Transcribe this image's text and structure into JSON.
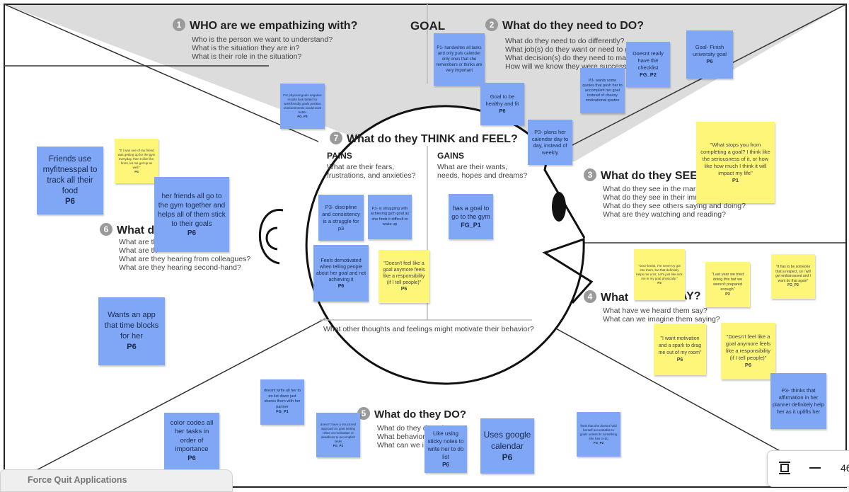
{
  "goal_label": "GOAL",
  "sections": {
    "who": {
      "num": "1",
      "title": "WHO are we empathizing with?",
      "lines": [
        "Who is the person we want to understand?",
        "What is the situation they are in?",
        "What is their role in the situation?"
      ]
    },
    "do_need": {
      "num": "2",
      "title": "What do they need to DO?",
      "lines": [
        "What do they need to do differently?",
        "What job(s) do they want or need to ge",
        "What decision(s) do they need to make",
        "How will we know they were successfu"
      ]
    },
    "see": {
      "num": "3",
      "title": "What do they SEE?",
      "lines": [
        "What do they see in the marke",
        "What do they see in their imm",
        "What do they see others saying and doing?",
        "What are they watching and reading?"
      ]
    },
    "say": {
      "num": "4",
      "title_a": "What",
      "title_b": "AY?",
      "lines": [
        "What have we heard them say?",
        "What can we imagine them saying?"
      ]
    },
    "do": {
      "num": "5",
      "title": "What do they DO?",
      "lines": [
        "What do they do today?",
        "What behavior",
        "What can we i"
      ]
    },
    "hear": {
      "num": "6",
      "title": "What d",
      "lines": [
        "What are th",
        "What are th",
        "What are they hearing from colleagues?",
        "What are they hearing second-hand?"
      ]
    },
    "think": {
      "num": "7",
      "title": "What do they THINK and FEEL?",
      "pains_title": "PAINS",
      "pains_sub": [
        "What are their fears,",
        "frustrations, and anxieties?"
      ],
      "gains_title": "GAINS",
      "gains_sub": [
        "What are their wants,",
        "needs, hopes and dreams?"
      ],
      "bottom": "What other thoughts and feelings might motivate their behavior?"
    }
  },
  "notes": [
    {
      "id": "n01",
      "color": "blue",
      "text": "P1- handwrites all tasks and only puts calender only ones that she remembers or thinks are very important",
      "author": ""
    },
    {
      "id": "n02",
      "color": "blue",
      "text": "Goal to be healthy and fit",
      "author": "P6"
    },
    {
      "id": "n03",
      "color": "blue",
      "text": "Doesnt really have the checklist",
      "author": "FG_P2"
    },
    {
      "id": "n04",
      "color": "blue",
      "text": "Goal- Finish university goal",
      "author": "P6"
    },
    {
      "id": "n05",
      "color": "blue",
      "text": "P3- wants some quotes that push her to accomplish her goal instead of cheesy motivational quotes",
      "author": ""
    },
    {
      "id": "n06",
      "color": "blue",
      "text": "P3- plans her calendar day to day, instead of weekly",
      "author": ""
    },
    {
      "id": "n07",
      "color": "blue",
      "text": "For physical goals negative results look better for workfriendly goals positive reinforcements would work better",
      "author": "FG_P3"
    },
    {
      "id": "n08",
      "color": "yellow",
      "text": "\"If I was one of my friend was getting up for the gym everyday, then I'd be like, hmm, let me get up as well.\"",
      "author": "P4"
    },
    {
      "id": "n09",
      "color": "blue",
      "text": "Friends use myfitnesspal to track all their food",
      "author": "P6"
    },
    {
      "id": "n10",
      "color": "blue",
      "text": "her friends all go to the gym together and helps all of them stick to their goals",
      "author": "P6"
    },
    {
      "id": "n11",
      "color": "yellow",
      "text": "\"What stops you from completing a goal? I think like the seriousness of it, or how like how much I think it will impact my life\"",
      "author": "P1"
    },
    {
      "id": "n12",
      "color": "blue",
      "text": "P3- discipline and consistency is a struggle for p3",
      "author": ""
    },
    {
      "id": "n13",
      "color": "blue",
      "text": "P3- is struggling with achieving gym goal as she finds it difficult to wake up",
      "author": ""
    },
    {
      "id": "n14",
      "color": "blue",
      "text": "has a goal to go to the gym",
      "author": "FG_P1"
    },
    {
      "id": "n15",
      "color": "blue",
      "text": "Feels demotivated when telling people about her goal and not achieving it",
      "author": "P6"
    },
    {
      "id": "n16",
      "color": "yellow",
      "text": "\"Doesn't feel like a goal anymore feels like a responsibility (if I tell people)\"",
      "author": "P6"
    },
    {
      "id": "n17",
      "color": "yellow",
      "text": "\"once break, I've never try got into them, but that definitely helps me a lot, Let's just like lock me in my goal physically.\"",
      "author": "P3"
    },
    {
      "id": "n18",
      "color": "yellow",
      "text": "\"Last year we tried doing this but we weren't prepared enough\"",
      "author": "P2"
    },
    {
      "id": "n19",
      "color": "yellow",
      "text": "\"It has to be someone that a respect, so I will get embarrassed and I want do that again\"",
      "author": "FG_P2"
    },
    {
      "id": "n20",
      "color": "yellow",
      "text": "\"I want motivation and a spark to drag me out of my room\"",
      "author": "P6"
    },
    {
      "id": "n21",
      "color": "yellow",
      "text": "\"Doesn't feel like a goal anymore feels like a responsibility (if I tell people)\"",
      "author": "P6"
    },
    {
      "id": "n22",
      "color": "blue",
      "text": "P3- thinks that affirmation in her planner definitely help her as it uplifts her",
      "author": ""
    },
    {
      "id": "n23",
      "color": "blue",
      "text": "Wants an app that time blocks for her",
      "author": "P6"
    },
    {
      "id": "n24",
      "color": "blue",
      "text": "doesnt write all her to do list down just shares them with her partner",
      "author": "FG_P1"
    },
    {
      "id": "n25",
      "color": "blue",
      "text": "color codes all her tasks in order of importance",
      "author": "P6"
    },
    {
      "id": "n26",
      "color": "blue",
      "text": "doesn't have a structured approach to goal setting relies on motivation or deadlines to accomplish tasks",
      "author": "FG_P2"
    },
    {
      "id": "n27",
      "color": "blue",
      "text": "Like using sticky notes to write her to do list",
      "author": "P6"
    },
    {
      "id": "n28",
      "color": "blue",
      "text": "Uses google calendar",
      "author": "P6"
    },
    {
      "id": "n29",
      "color": "blue",
      "text": "feels that she doesnt hold herself accountable to goals unless its something she has to-do",
      "author": "FG_P2"
    }
  ],
  "toolbar": {
    "fit_icon": "fit-to-screen-icon",
    "zoom_out_icon": "minus-icon",
    "zoom": "46"
  },
  "dock": {
    "force_quit": "Force Quit Applications"
  }
}
